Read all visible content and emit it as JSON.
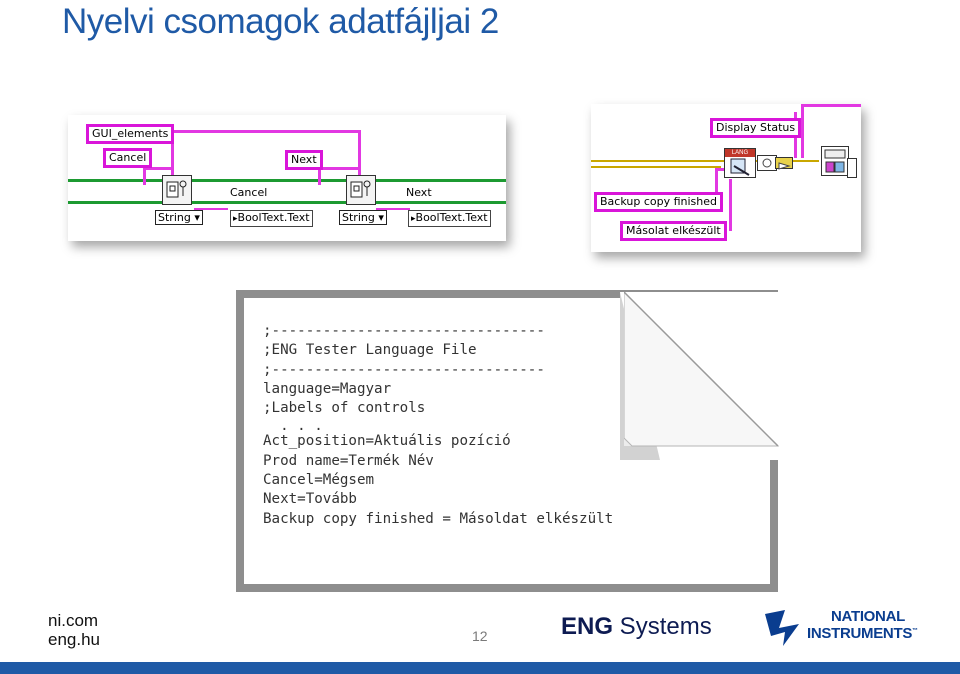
{
  "slide": {
    "title": "Nyelvi csomagok adatfájljai 2",
    "page_number": "12"
  },
  "diagram_left": {
    "gui_elements_label": "GUI_elements",
    "cancel_label": "Cancel",
    "next_label": "Next",
    "string_type_1": "String",
    "string_type_2": "String",
    "const_cancel": "Cancel",
    "const_next": "Next",
    "property_1": "BoolText.Text",
    "property_2": "BoolText.Text"
  },
  "diagram_right": {
    "display_status_label": "Display Status",
    "backup_label": "Backup copy finished",
    "masolat_label": "Másolat elkészült",
    "lang_icon_text": "LANG"
  },
  "language_file": {
    "lines": [
      ";--------------------------------",
      ";ENG Tester Language File",
      ";--------------------------------",
      "language=Magyar",
      ";Labels of controls",
      "  . . .",
      "Act_position=Aktuális pozíció",
      "Prod name=Termék Név",
      "Cancel=Mégsem",
      "Next=Tovább",
      "Backup copy finished = Másoldat elkészült"
    ]
  },
  "footer": {
    "link_1": "ni.com",
    "link_2": "eng.hu",
    "eng_bold": "ENG",
    "eng_rest": " Systems",
    "ni_logo_line1": "NATIONAL",
    "ni_logo_line2": "INSTRUMENTS",
    "ni_tm": "™"
  },
  "colors": {
    "title_blue": "#1f5aa6",
    "label_border_magenta": "#d915d9",
    "bool_wire_green": "#1c9a31",
    "eng_navy": "#0d1b52"
  }
}
